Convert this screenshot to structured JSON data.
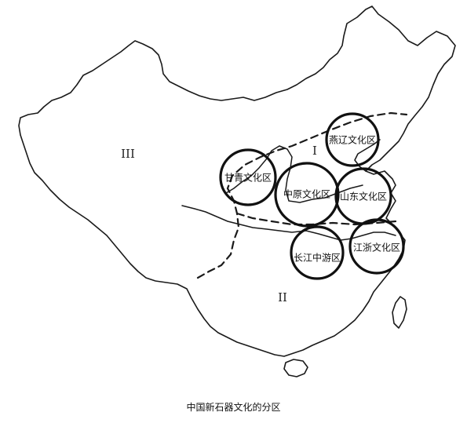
{
  "map": {
    "zones": [
      {
        "id": "zone-1",
        "label": "I"
      },
      {
        "id": "zone-2",
        "label": "II"
      },
      {
        "id": "zone-3",
        "label": "III"
      }
    ],
    "culture_areas": [
      {
        "id": "yanliao",
        "label": "燕辽文化区"
      },
      {
        "id": "ganqing",
        "label": "甘青文化区"
      },
      {
        "id": "zhongyuan",
        "label": "中原文化区"
      },
      {
        "id": "shandong",
        "label": "山东文化区"
      },
      {
        "id": "changjiang",
        "label": "长江中游区"
      },
      {
        "id": "jiangzhe",
        "label": "江浙文化区"
      }
    ],
    "colors": {
      "line": "#1a1a1a",
      "background": "#ffffff"
    }
  },
  "caption": "中国新石器文化的分区"
}
